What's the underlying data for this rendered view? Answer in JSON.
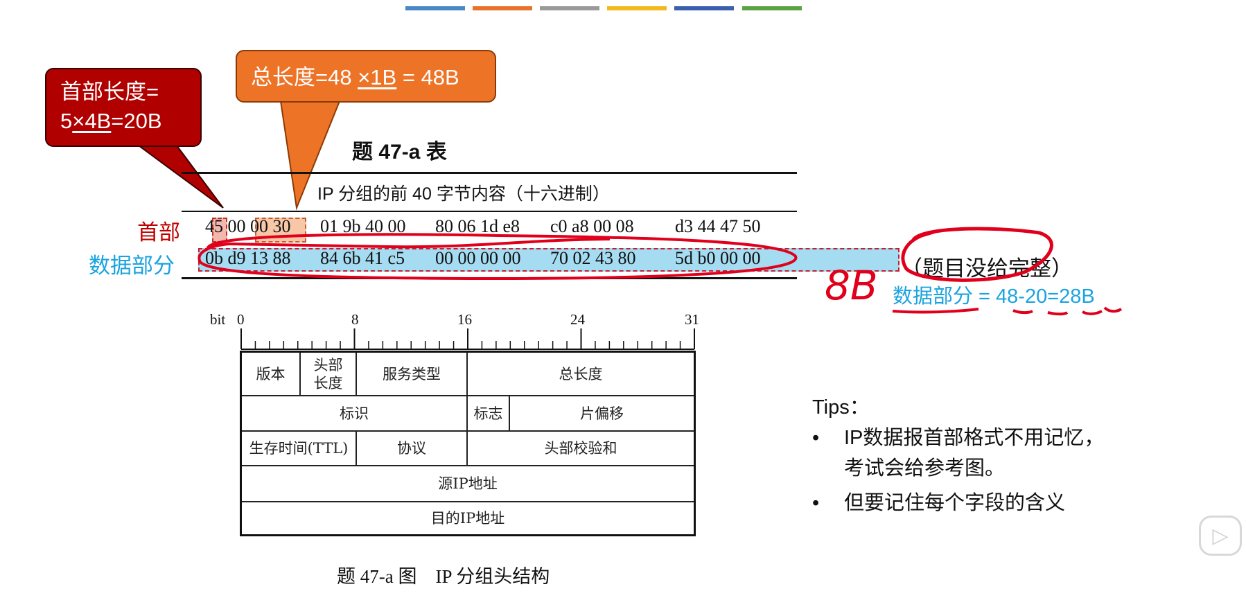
{
  "slide": {
    "accent_bars": [
      "#4a86c8",
      "#e8722a",
      "#9a9a9a",
      "#f4b81c",
      "#3a5fb0",
      "#5aa342"
    ],
    "callouts": {
      "header_length": {
        "line1": "首部长度=",
        "line2_a": "5",
        "line2_b": "×4B",
        "line2_c": "=20B"
      },
      "total_length": {
        "a": "总长度=48 ",
        "b": "×1B",
        "c": " = 48B"
      }
    },
    "table_title": "题 47-a 表",
    "table_heading": "IP 分组的前 40 字节内容（十六进制）",
    "rows": {
      "header_label": "首部",
      "data_label": "数据部分",
      "header_hex": [
        "45 00 00 30",
        "01 9b 40 00",
        "80 06 1d e8",
        "c0 a8 00 08",
        "d3 44 47 50"
      ],
      "data_hex": [
        "0b d9 13 88",
        "84 6b 41 c5",
        "00 00 00 00",
        "70 02 43 80",
        "5d b0 00 00"
      ]
    },
    "annotations": {
      "incomplete_note": "（题目没给完整）",
      "data_formula": "数据部分 = 48-20=28B",
      "handwritten": "8B"
    },
    "ip_header": {
      "bit_label": "bit",
      "bit_ticks": [
        "0",
        "8",
        "16",
        "24",
        "31"
      ],
      "fields": {
        "version": "版本",
        "ihl_1": "头部",
        "ihl_2": "长度",
        "tos": "服务类型",
        "total_length": "总长度",
        "identification": "标识",
        "flags": "标志",
        "fragment_offset": "片偏移",
        "ttl": "生存时间(TTL)",
        "protocol": "协议",
        "checksum": "头部校验和",
        "src": "源IP地址",
        "dst": "目的IP地址"
      },
      "caption": "题 47-a 图　IP 分组头结构"
    },
    "tips": {
      "title": "Tips：",
      "items": [
        "IP数据报首部格式不用记忆，",
        "考试会给参考图。",
        "但要记住每个字段的含义"
      ]
    },
    "colors": {
      "red": "#c00000",
      "blue": "#1aa3df",
      "orange": "#ed7327",
      "ink": "#e0001c"
    },
    "play_icon": "play-icon"
  }
}
